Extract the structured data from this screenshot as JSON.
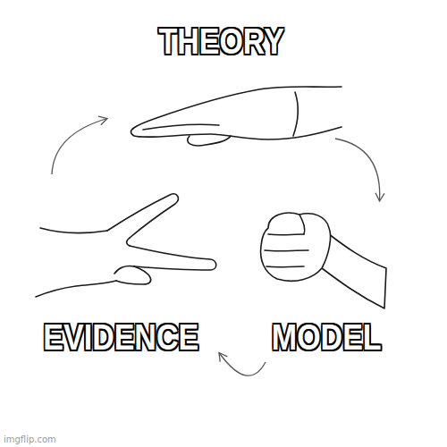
{
  "diagram": {
    "nodes": [
      {
        "text": [
          "THEORY"
        ]
      },
      {
        "text": [
          "EVIDENCE"
        ]
      },
      {
        "text": [
          "MODEL"
        ]
      }
    ],
    "edges": [
      {
        "from": 0,
        "to": 2,
        "arrow": "to"
      },
      {
        "from": 2,
        "to": 1,
        "arrow": "to"
      },
      {
        "from": 1,
        "to": 0,
        "arrow": "to"
      }
    ],
    "labels": [
      "imgflip.com"
    ]
  }
}
